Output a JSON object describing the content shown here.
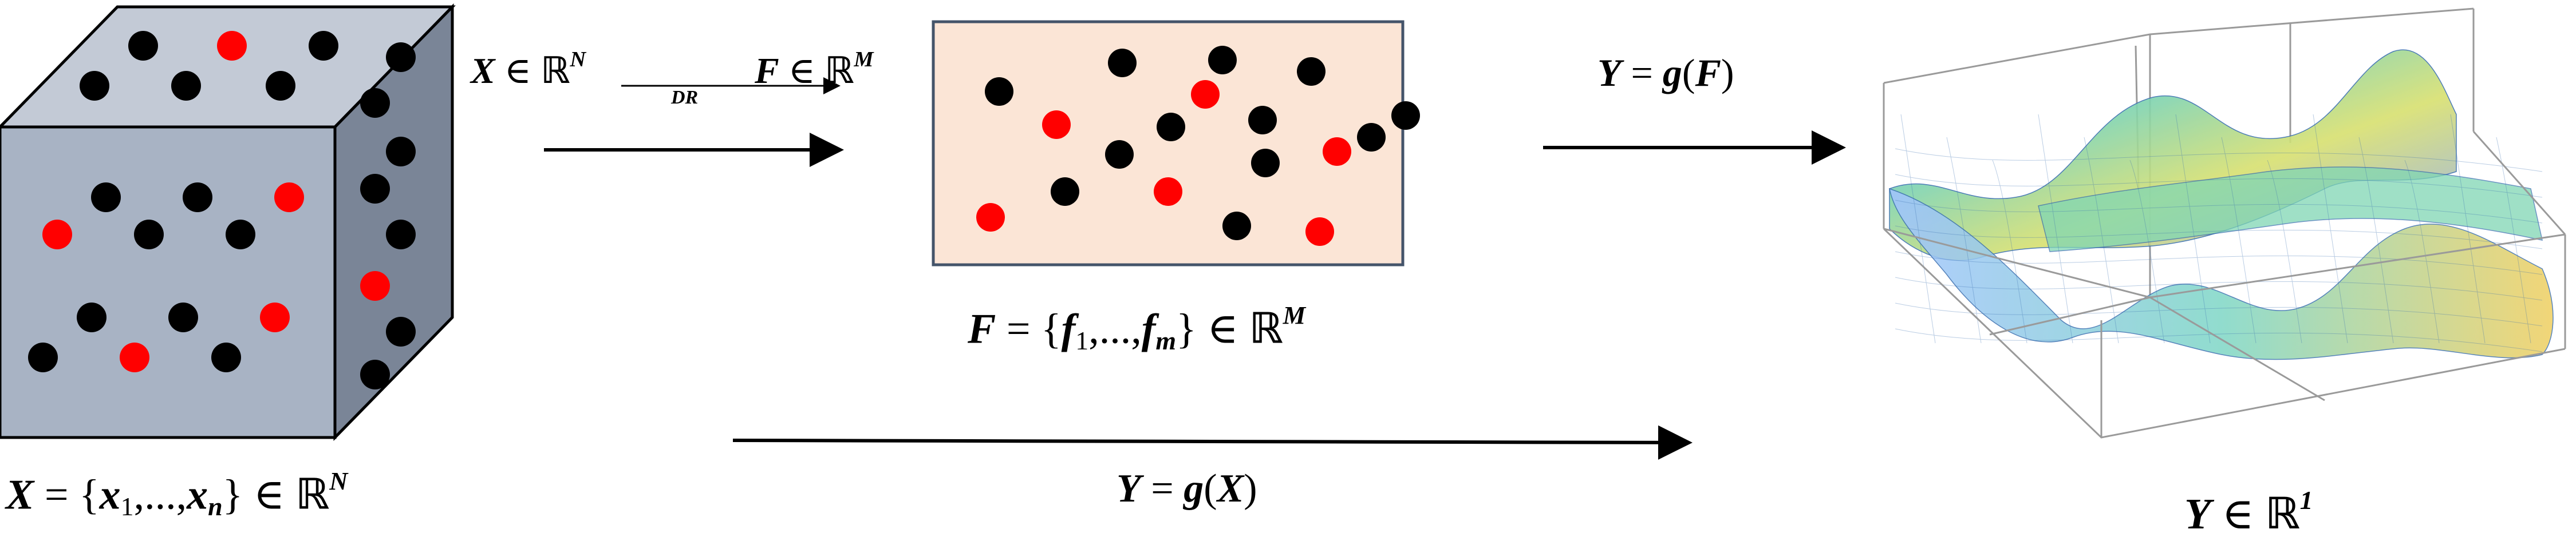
{
  "labels": {
    "x_set": {
      "var": "X",
      "eq": "=",
      "lbrace": "{",
      "x1": "x",
      "s1": "1",
      "dots": ",...,",
      "xn": "x",
      "sn": "n",
      "rbrace": "}",
      "in": "∈",
      "R": "ℝ",
      "exp": "N"
    },
    "mapping": {
      "var": "X",
      "in1": "∈",
      "R1": "ℝ",
      "exp1": "N",
      "arrow_label": "DR",
      "var2": "F",
      "in2": "∈",
      "R2": "ℝ",
      "exp2": "M"
    },
    "f_set": {
      "var": "F",
      "eq": "=",
      "lbrace": "{",
      "f1": "f",
      "s1": "1",
      "dots": ",...,",
      "fm": "f",
      "sm": "m",
      "rbrace": "}",
      "in": "∈",
      "R": "ℝ",
      "exp": "M"
    },
    "y_gf": {
      "var": "Y",
      "eq": "=",
      "fn": "g",
      "lp": "(",
      "arg": "F",
      "rp": ")"
    },
    "y_gx": {
      "var": "Y",
      "eq": "=",
      "fn": "g",
      "lp": "(",
      "arg": "X",
      "rp": ")"
    },
    "y_out": {
      "var": "Y",
      "in": "∈",
      "R": "ℝ",
      "exp": "1"
    }
  },
  "colors": {
    "cube_front": "#a8b3c4",
    "cube_top": "#c3cad6",
    "cube_side": "#7a8597",
    "rect_fill": "#fbe5d6",
    "rect_border": "#44546a",
    "dot_black": "#000000",
    "dot_red": "#ff0000"
  },
  "icons": {
    "cube": "data-cube-icon",
    "surface": "surface-plot-icon"
  }
}
